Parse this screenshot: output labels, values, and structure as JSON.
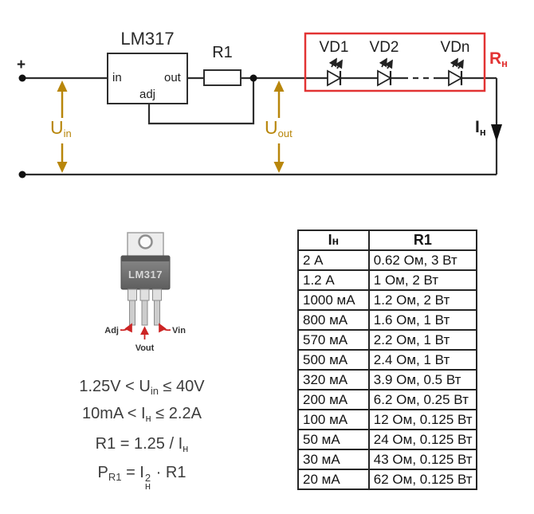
{
  "colors": {
    "accent_gold": "#B8860B",
    "accent_red": "#E23333",
    "wire": "#2e2e2e"
  },
  "circuit": {
    "plus": "+",
    "regulator_title": "LM317",
    "pins": {
      "in": "in",
      "out": "out",
      "adj": "adj"
    },
    "resistor_label": "R1",
    "u_in": {
      "base": "U",
      "sub": "in"
    },
    "u_out": {
      "base": "U",
      "sub": "out"
    },
    "led_labels": [
      "VD1",
      "VD2",
      "VDn"
    ],
    "load_resistor": {
      "base": "R",
      "sub": "н"
    },
    "load_current": {
      "base": "I",
      "sub": "н"
    }
  },
  "package": {
    "chip_label": "LM317",
    "pin_adj": "Adj",
    "pin_vout": "Vout",
    "pin_vin": "Vin"
  },
  "formulas": {
    "f1": {
      "p1": "1.25V < U",
      "sub": "in",
      "p2": " ≤ 40V"
    },
    "f2": {
      "p1": "10mA < I",
      "sub": "н",
      "p2": " ≤ 2.2A"
    },
    "f3": {
      "p1": "R1 = 1.25 / I",
      "sub": "н"
    },
    "f4": {
      "p1": "P",
      "sub1": "R1",
      "p2": " = I",
      "sup": "2",
      "sub2": "н",
      "p3": " · R1"
    }
  },
  "table": {
    "header": {
      "col1_base": "I",
      "col1_sub": "н",
      "col2": "R1"
    },
    "rows": [
      {
        "i": "2 А",
        "r1": "0.62 Ом, 3 Вт"
      },
      {
        "i": "1.2 А",
        "r1": "1 Ом, 2 Вт"
      },
      {
        "i": "1000 мА",
        "r1": "1.2 Ом, 2 Вт"
      },
      {
        "i": "800 мА",
        "r1": "1.6 Ом, 1 Вт"
      },
      {
        "i": "570 мА",
        "r1": "2.2 Ом, 1 Вт"
      },
      {
        "i": "500 мА",
        "r1": "2.4 Ом, 1 Вт"
      },
      {
        "i": "320 мА",
        "r1": "3.9 Ом, 0.5 Вт"
      },
      {
        "i": "200 мА",
        "r1": "6.2 Ом, 0.25 Вт"
      },
      {
        "i": "100 мА",
        "r1": "12 Ом, 0.125 Вт"
      },
      {
        "i": "50 мА",
        "r1": "24 Ом, 0.125 Вт"
      },
      {
        "i": "30 мА",
        "r1": "43 Ом, 0.125 Вт"
      },
      {
        "i": "20 мА",
        "r1": "62 Ом, 0.125 Вт"
      }
    ]
  }
}
